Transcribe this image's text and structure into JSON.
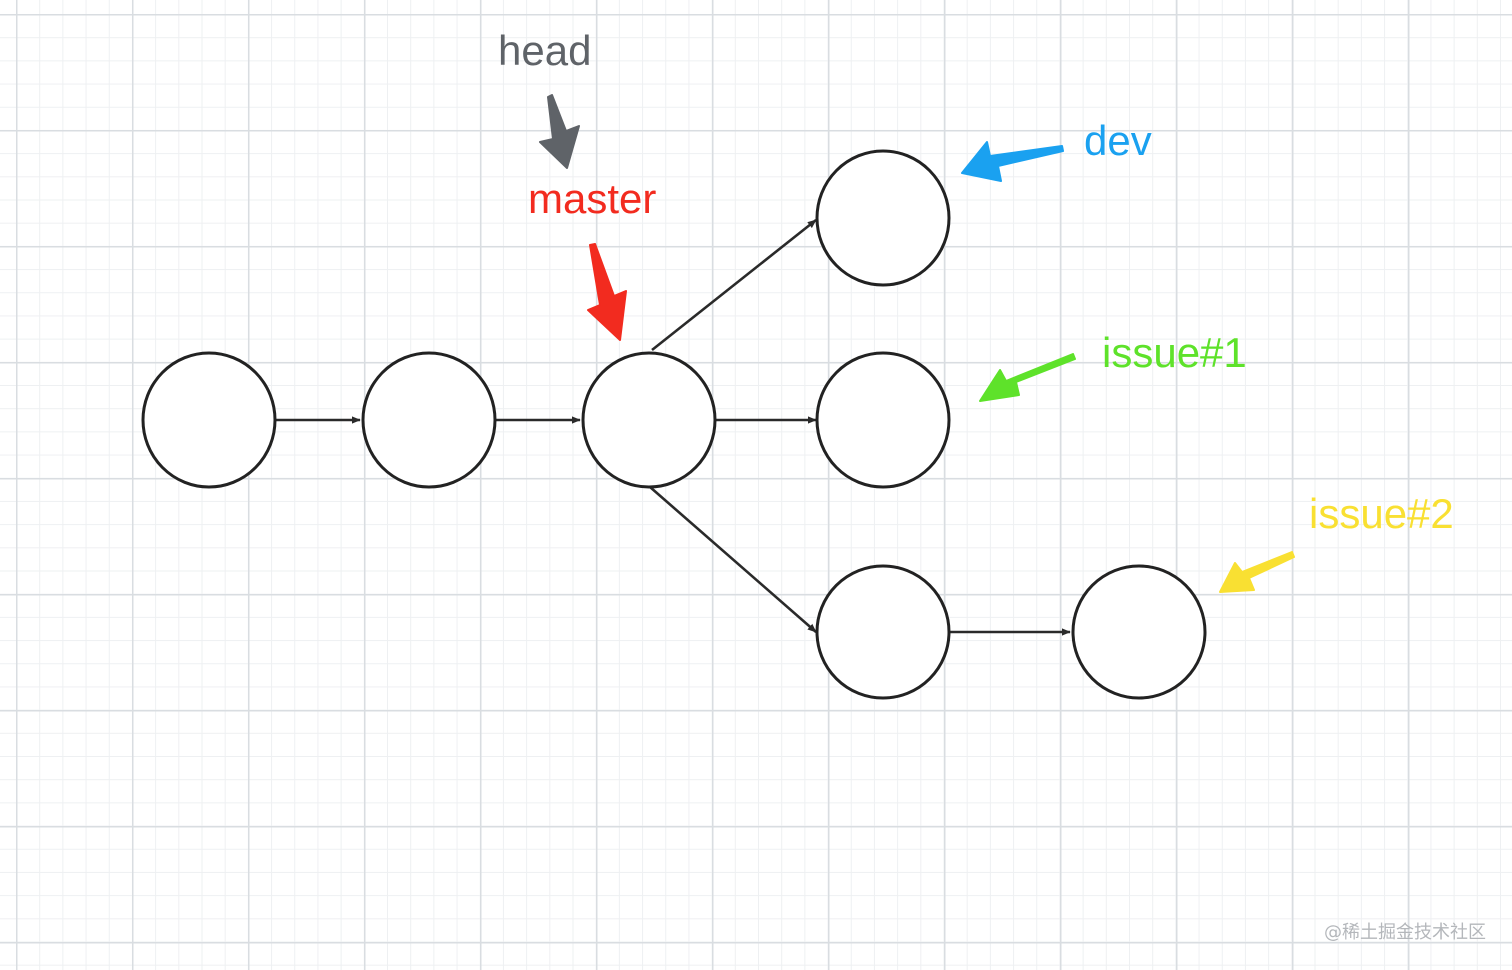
{
  "diagram": {
    "type": "git-branch-graph",
    "commits": [
      "c1",
      "c2",
      "c3",
      "c4",
      "c5",
      "c6",
      "c7"
    ],
    "edges": [
      {
        "from": "c1",
        "to": "c2"
      },
      {
        "from": "c2",
        "to": "c3"
      },
      {
        "from": "c3",
        "to": "c4"
      },
      {
        "from": "c3",
        "to": "c5"
      },
      {
        "from": "c3",
        "to": "c6"
      },
      {
        "from": "c6",
        "to": "c7"
      }
    ],
    "pointers": {
      "head": {
        "text": "head",
        "color": "#5f6368",
        "target": "master"
      },
      "master": {
        "text": "master",
        "color": "#f22b1f",
        "target": "c3"
      },
      "dev": {
        "text": "dev",
        "color": "#1aa1f0",
        "target": "c4"
      },
      "issue1": {
        "text": "issue#1",
        "color": "#5ee22a",
        "target": "c5"
      },
      "issue2": {
        "text": "issue#2",
        "color": "#f9e032",
        "target": "c7"
      }
    },
    "edge_color": "#2a2a2a",
    "node_stroke": "#222222"
  },
  "watermark": {
    "text": "@稀土掘金技术社区"
  }
}
